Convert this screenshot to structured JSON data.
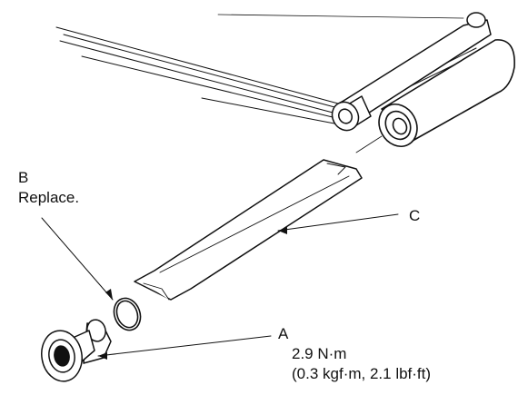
{
  "labels": {
    "b": {
      "letter": "B",
      "note": "Replace."
    },
    "c": {
      "letter": "C"
    },
    "a": {
      "letter": "A",
      "torque": "2.9 N·m",
      "torque_alt": "(0.3 kgf·m, 2.1 lbf·ft)"
    }
  },
  "colors": {
    "line": "#111111",
    "background": "#ffffff"
  }
}
